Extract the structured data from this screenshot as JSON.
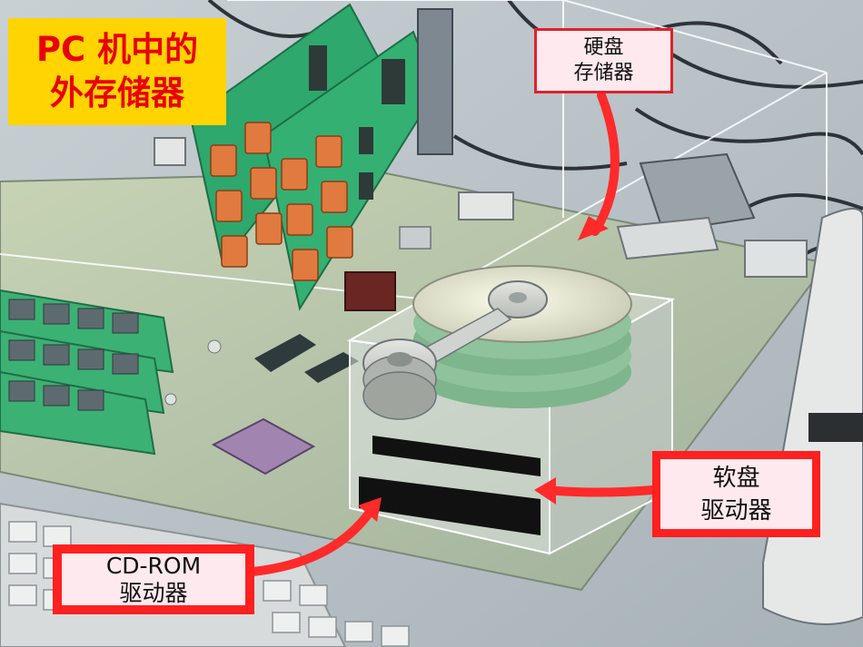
{
  "title": {
    "line1": "PC 机中的",
    "line2": "外存储器"
  },
  "labels": {
    "hard_disk": {
      "line1": "硬盘",
      "line2": "存储器"
    },
    "floppy": {
      "line1": "软盘",
      "line2": "驱动器"
    },
    "cdrom": {
      "line1": "CD-ROM",
      "line2": "驱动器"
    }
  },
  "colors": {
    "title_bg": "#ffd400",
    "title_text": "#e8000b",
    "label_bg": "#fde9ee",
    "arrow": "#ff2a2a"
  }
}
